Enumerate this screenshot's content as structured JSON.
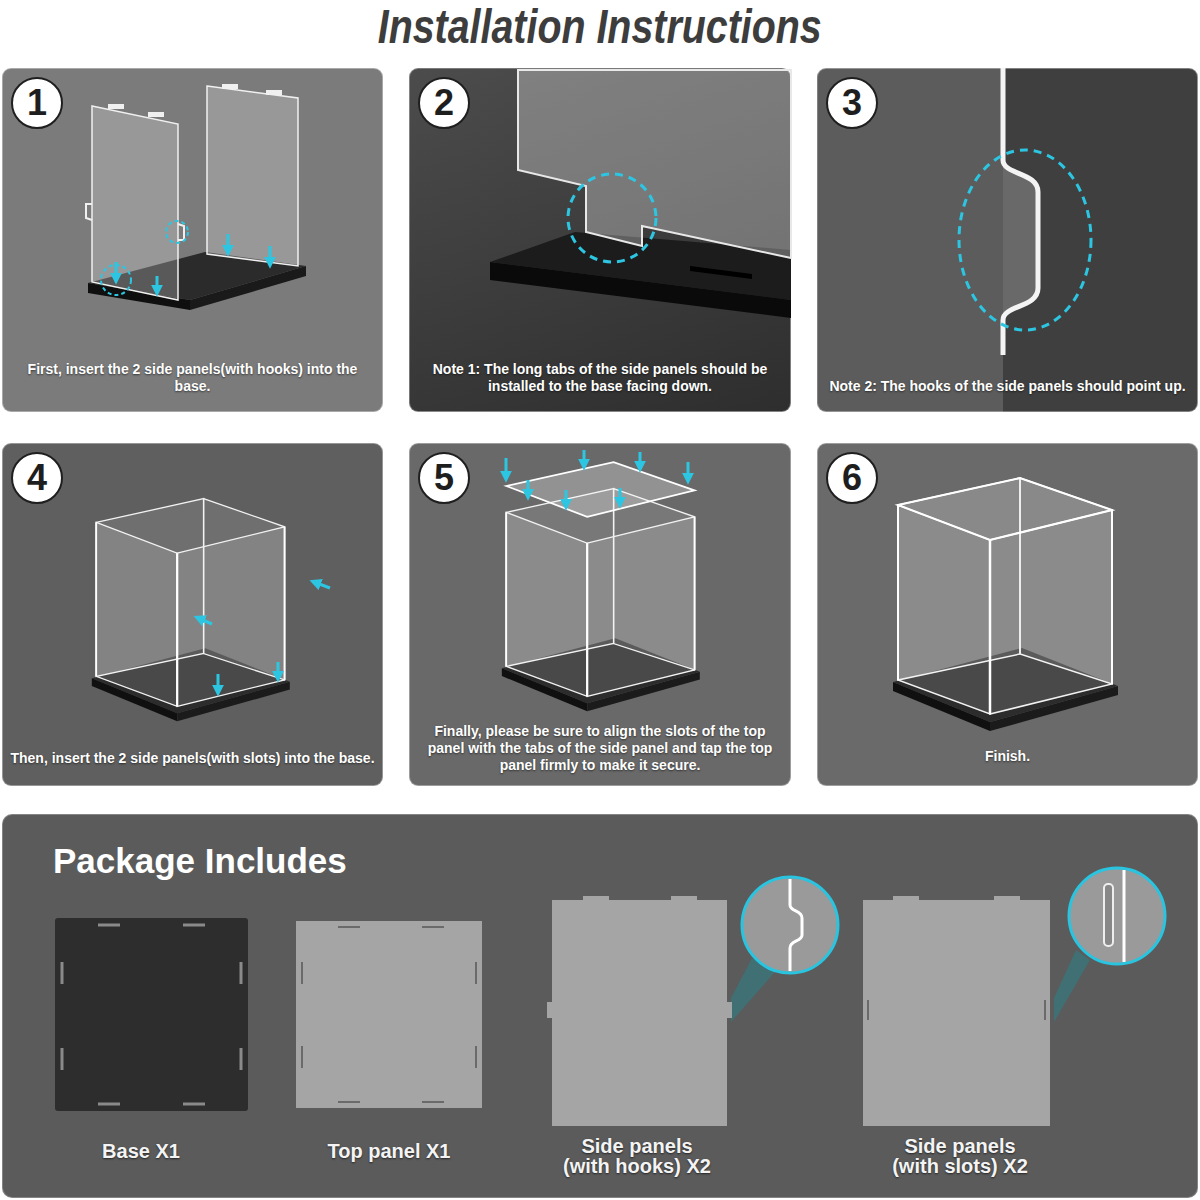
{
  "diagram": {
    "title": "Installation Instructions",
    "nodes": [
      {
        "text": [
          "First, insert the 2 side panels(with hooks) into the base."
        ]
      },
      {
        "text": [
          "1"
        ],
        "in": 0
      },
      {
        "text": [
          "Note 1: The long tabs of the side panels should be installed to the base facing down."
        ]
      },
      {
        "text": [
          "2"
        ],
        "in": 2
      },
      {
        "text": [
          "Note 2: The hooks of the side panels should point up."
        ]
      },
      {
        "text": [
          "3"
        ],
        "in": 4
      },
      {
        "text": [
          "Then, insert the 2 side panels(with slots) into the base."
        ]
      },
      {
        "text": [
          "4"
        ],
        "in": 6
      },
      {
        "text": [
          "Finally, please be sure to align the slots of the top panel with the tabs of the side panel and tap the top panel firmly to make it secure."
        ]
      },
      {
        "text": [
          "5"
        ],
        "in": 8
      },
      {
        "text": [
          "Finish."
        ]
      },
      {
        "text": [
          "6"
        ],
        "in": 10
      },
      {
        "text": [
          "Package Includes"
        ]
      }
    ],
    "labels": [
      "Base X1",
      "Top panel X1",
      "Side panels (with hooks) X2",
      "Side panels (with slots) X2"
    ]
  }
}
